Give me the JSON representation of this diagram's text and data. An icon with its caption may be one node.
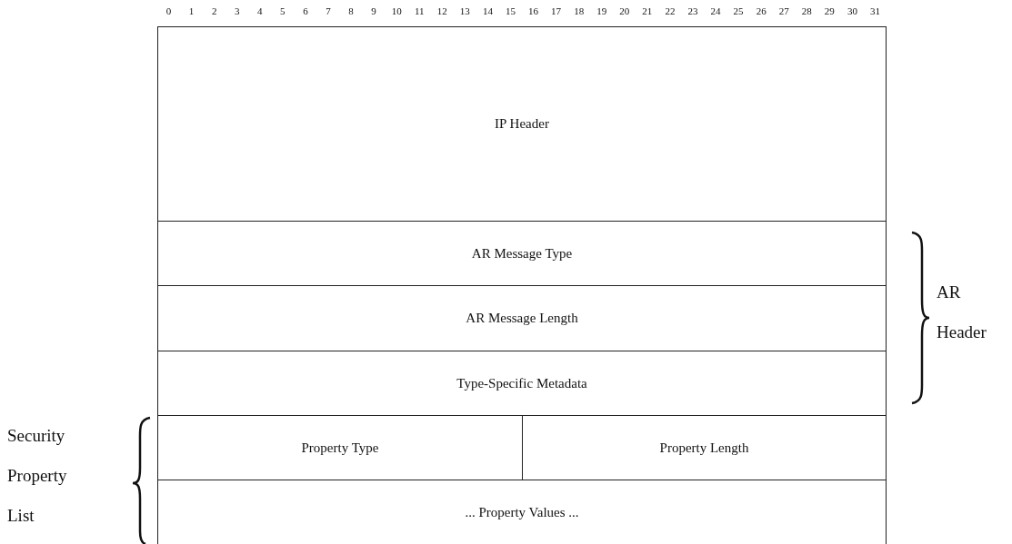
{
  "diagram": {
    "nodes": [
      {
        "text": [
          "IP Header"
        ]
      },
      {
        "text": [
          "AR Message Type"
        ]
      },
      {
        "text": [
          "AR Message Length"
        ]
      },
      {
        "text": [
          "Type-Specific Metadata"
        ]
      },
      {
        "text": [
          "Property Type"
        ]
      },
      {
        "text": [
          "Property Length"
        ]
      },
      {
        "text": [
          "... Property Values ..."
        ]
      }
    ],
    "edges": [],
    "labels": [
      "0",
      "1",
      "2",
      "3",
      "4",
      "5",
      "6",
      "7",
      "8",
      "9",
      "10",
      "11",
      "12",
      "13",
      "14",
      "15",
      "16",
      "17",
      "18",
      "19",
      "20",
      "21",
      "22",
      "23",
      "24",
      "25",
      "26",
      "27",
      "28",
      "29",
      "30",
      "31",
      "AR Header",
      "Security Property List"
    ]
  }
}
